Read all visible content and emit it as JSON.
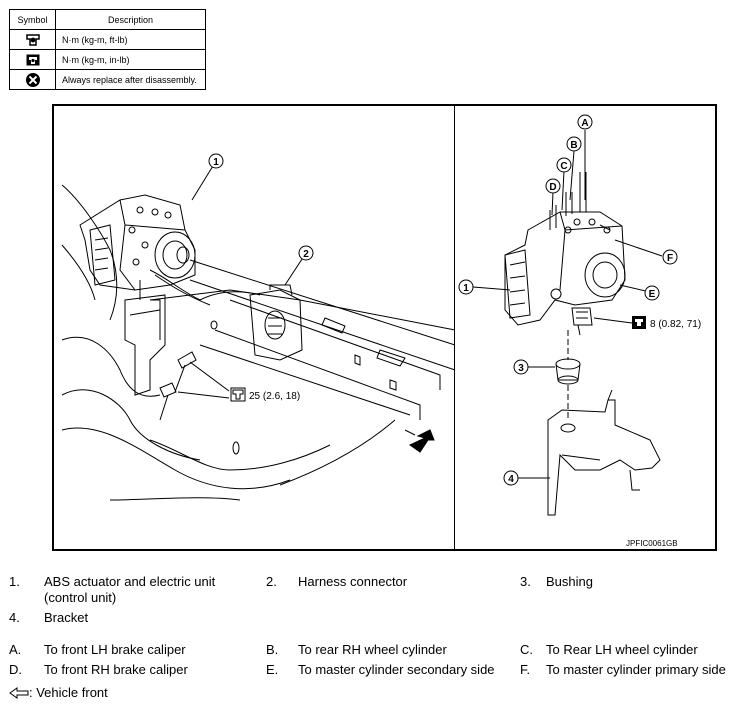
{
  "symbol_table": {
    "header_symbol": "Symbol",
    "header_description": "Description",
    "rows": [
      {
        "icon": "torque-ftlb-icon",
        "description": "N·m (kg-m, ft-lb)"
      },
      {
        "icon": "torque-inlb-icon",
        "description": "N·m (kg-m, in-lb)"
      },
      {
        "icon": "always-replace-icon",
        "description": "Always replace after disassembly."
      }
    ]
  },
  "figure": {
    "callouts_numbers": [
      "1",
      "2",
      "1",
      "3",
      "4"
    ],
    "callouts_letters": [
      "A",
      "B",
      "C",
      "D",
      "E",
      "F"
    ],
    "torque_left": "25 (2.6, 18)",
    "torque_right": "8 (0.82, 71)",
    "figure_code": "JPFIC0061GB"
  },
  "legend": {
    "items": [
      {
        "num": "1.",
        "text": "ABS actuator and electric unit (control unit)"
      },
      {
        "num": "2.",
        "text": "Harness connector"
      },
      {
        "num": "3.",
        "text": "Bushing"
      },
      {
        "num": "4.",
        "text": "Bracket"
      }
    ],
    "letters": [
      {
        "key": "A.",
        "text": "To front LH brake caliper"
      },
      {
        "key": "B.",
        "text": "To rear RH wheel cylinder"
      },
      {
        "key": "C.",
        "text": "To Rear LH wheel cylinder"
      },
      {
        "key": "D.",
        "text": "To front RH brake caliper"
      },
      {
        "key": "E.",
        "text": "To master cylinder secondary side"
      },
      {
        "key": "F.",
        "text": "To master cylinder primary side"
      }
    ],
    "vehicle_front": ": Vehicle front"
  }
}
